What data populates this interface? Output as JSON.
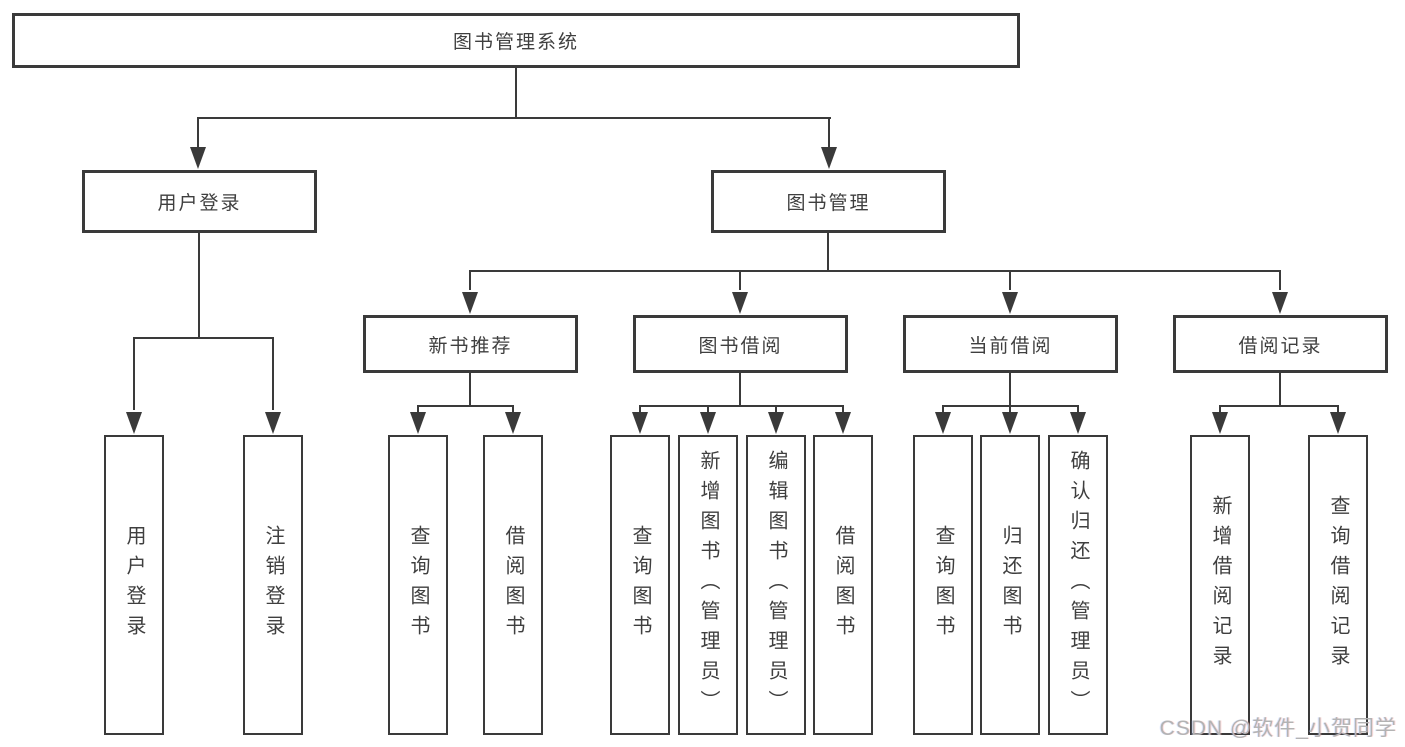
{
  "diagram": {
    "title": "图书管理系统",
    "watermark": "CSDN @软件_小贺同学",
    "colors": {
      "line": "#3a3a3a",
      "box_border": "#3a3a3a",
      "box_fill": "#ffffff",
      "text": "#3f3f3f",
      "watermark": "#b3b3b3",
      "background": "#ffffff"
    }
  },
  "tree": {
    "root": {
      "label": "图书管理系统"
    },
    "level2": [
      {
        "label": "用户登录",
        "children": [
          "用户登录",
          "注销登录"
        ]
      },
      {
        "label": "图书管理"
      }
    ],
    "level3": [
      {
        "label": "新书推荐",
        "children": [
          "查询图书",
          "借阅图书"
        ]
      },
      {
        "label": "图书借阅",
        "children": [
          "查询图书",
          "新增图书（管理员）",
          "编辑图书（管理员）",
          "借阅图书"
        ]
      },
      {
        "label": "当前借阅",
        "children": [
          "查询图书",
          "归还图书",
          "确认归还（管理员）"
        ]
      },
      {
        "label": "借阅记录",
        "children": [
          "新增借阅记录",
          "查询借阅记录"
        ]
      }
    ]
  }
}
